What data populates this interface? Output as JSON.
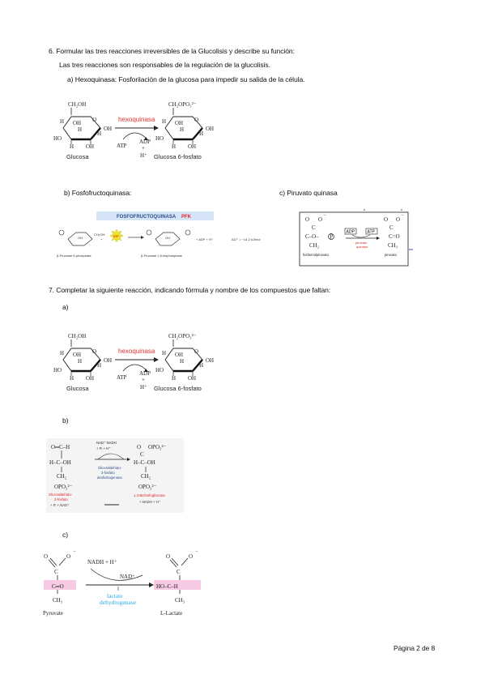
{
  "q6": {
    "title": "6.   Formular las tres reacciones irreversibles de la Glucolisis y describe su función:",
    "intro": "Las tres reacciones son responsables de la regulación de la glucolisis.",
    "a": "a)   Hexoquinasa: Fosforilación de la glucosa para impedir su salida de la célula.",
    "b": "b)   Fosfofructoquinasa:",
    "c": "c)    Piruvato quinasa"
  },
  "q7": {
    "title": "7.   Completar la siguiente reacción, indicando fórmula y nombre de los compuestos que faltan:",
    "a": "a)",
    "b": "b)",
    "c": "c)"
  },
  "hexo": {
    "reactant_group": "CH₂OH",
    "product_group": "CH₂OPO₃²⁻",
    "enzyme": "hexoquinasa",
    "atp": "ATP",
    "adp": "ADP",
    "plus": "+",
    "hplus": "H⁺",
    "reactant": "Glucosa",
    "product": "Glucosa 6-fosfato",
    "oh": "OH",
    "ho": "HO",
    "h": "H"
  },
  "pfk": {
    "header": "FOSFOFRUCTOQUINASA",
    "tag": "PFK",
    "atp": "ATP",
    "reactant": "β-Fructose 6-phosphate",
    "product": "β-Fructose 1,6-bisphosphate",
    "byproducts": "+   ADP  +  H⁺",
    "energy": "ΔG°' = −14.2 kJ/mol"
  },
  "pk": {
    "adp": "ADP",
    "atp": "ATP",
    "enzyme_line1": "piruvato",
    "enzyme_line2": "quinasa",
    "reactant": "fosfoenolpiruvato",
    "product": "piruvato",
    "ch2": "CH₂",
    "ch3": "CH₃",
    "p": "P"
  },
  "gapdh": {
    "cofactors_left": "NAD⁺   NADH",
    "cofactors_pi": "+ Pᵢ       + H⁺",
    "enzyme_1": "Gliceraldehído-",
    "enzyme_2": "3-fosfato",
    "enzyme_3": "deshidrogenasa",
    "reactant_1": "Gliceraldehído-",
    "reactant_2": "3-fosfato",
    "reactant_3": "+ Pᵢ + NAD⁺",
    "product_1": "1,3-Bisfosfoglicerato",
    "product_2": "+ NADH + H⁺",
    "aldehyde": "O═C–H",
    "h_oh": "H–C–OH",
    "ch2": "CH₂",
    "opo3": "OPO₃²⁻"
  },
  "ldh": {
    "nadh": "NADH + H⁺",
    "nad": "NAD⁺",
    "enzyme_1": "lactate",
    "enzyme_2": "dehydrogenase",
    "reactant": "Pyruvate",
    "product": "L-Lactate",
    "ketone": "C═O",
    "alcohol": "HO–C–H",
    "ch3": "CH₃",
    "c": "C"
  },
  "footer": "Página 2 de 8",
  "colors": {
    "enzyme_red": "#e6312e",
    "pink": "#f6c9e4",
    "blue_link": "#27a9e1",
    "pfk_header": "#d6e4f7",
    "red_label": "#d9262a"
  }
}
